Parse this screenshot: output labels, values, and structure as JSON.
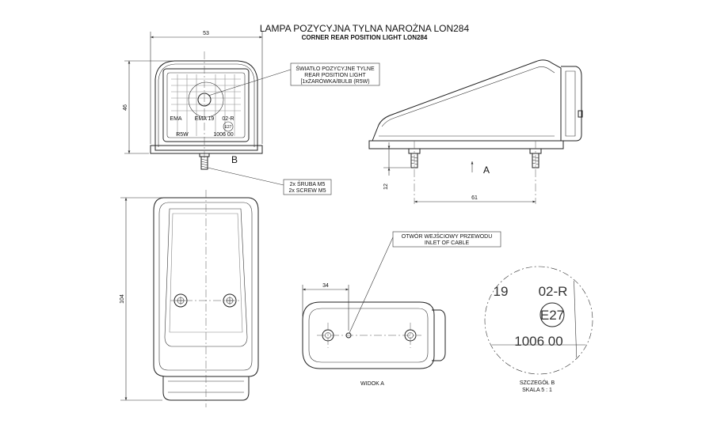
{
  "title": {
    "pl": "LAMPA POZYCYJNA TYLNA NAROŻNA LON284",
    "en": "CORNER REAR POSITION LIGHT LON284"
  },
  "dimensions": {
    "width_top": "53",
    "height_front": "46",
    "length_side": "61",
    "height_bolt": "12",
    "length_top": "104",
    "offset_view_a": "34"
  },
  "callouts": {
    "light_pl": "ŚWIATŁO POZYCYJNE TYLNE",
    "light_en": "REAR POSITION LIGHT",
    "bulb": "[1xŻARÓWKA/BULB (R5W)",
    "screw_pl": "2x ŚRUBA M5",
    "screw_en": "2x SCREW M5",
    "inlet_pl": "OTWÓR WEJŚCIOWY PRZEWODU",
    "inlet_en": "INLET OF CABLE"
  },
  "lens_markings": {
    "ema1": "EMA",
    "ema2": "EMA 19",
    "code": "02-R",
    "bulb": "R5W",
    "serial": "1006 00",
    "approval": "E27"
  },
  "detail_markings": {
    "left": "19",
    "code": "02-R",
    "approval": "E27",
    "serial": "1006 00"
  },
  "labels": {
    "detail_ref": "B",
    "view_ref": "A",
    "view_a": "WIDOK A",
    "detail_b": "SZCZEGÓŁ B",
    "detail_scale": "SKALA 5 : 1"
  }
}
